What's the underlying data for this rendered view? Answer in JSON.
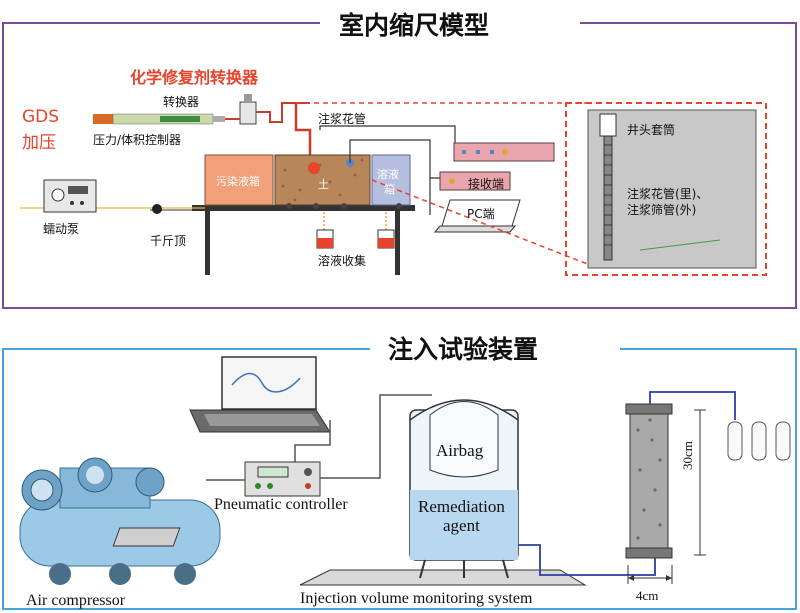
{
  "top": {
    "title": "室内缩尺模型",
    "gds_line1": "GDS",
    "gds_line2": "加压",
    "converter_title": "化学修复剂转换器",
    "converter_label": "转换器",
    "controller_label": "压力/体积控制器",
    "pipe_label": "注浆花管",
    "contam_box": "污染液箱",
    "soil_label": "土",
    "solution_box_line1": "溶液",
    "solution_box_line2": "箱",
    "receiver_label": "接收端",
    "pc_label": "PC端",
    "pump_label": "蠕动泵",
    "jack_label": "千斤顶",
    "collect_label": "溶液收集",
    "well_casing_label": "井头套筒",
    "inset_line1": "注浆花管(里)、",
    "inset_line2": "注浆筛管(外)"
  },
  "bottom": {
    "title": "注入试验装置",
    "airbag_label": "Airbag",
    "agent_line1": "Remediation",
    "agent_line2": "agent",
    "controller_label": "Pneumatic controller",
    "compressor_label": "Air compressor",
    "monitor_label": "Injection volume monitoring system",
    "height_label": "30cm",
    "width_label": "4cm"
  },
  "colors": {
    "top_frame": "#7e4a9c",
    "bottom_frame": "#4aa3d8",
    "accent_red": "#e8432b",
    "contam_box": "#f2a07a",
    "solution_box": "#b7bfe0",
    "soil": "#b7865a"
  }
}
